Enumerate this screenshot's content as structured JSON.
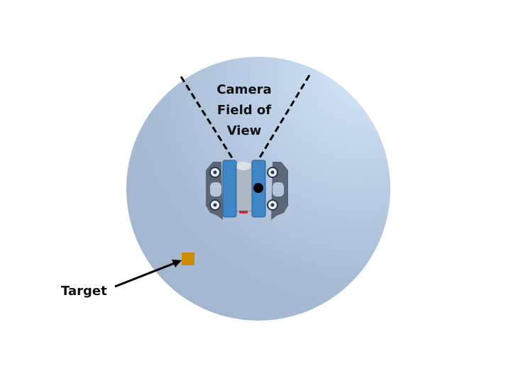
{
  "diagram": {
    "labels": {
      "fov_line1": "Camera",
      "fov_line2": "Field of",
      "fov_line3": "View",
      "target": "Target"
    },
    "colors": {
      "arena_light": "#d3e4f8",
      "arena_dark": "#9fb2cb",
      "rov_body": "#3f86c6",
      "rov_frame": "#5b6677",
      "target": "#cc8e00",
      "camera": "#000000",
      "lines": "#000000"
    },
    "elements": {
      "arena": "circular-tank",
      "vehicle": "underwater-rov-top-view",
      "target": "target-marker-square",
      "fov": "dashed-camera-cone"
    }
  }
}
